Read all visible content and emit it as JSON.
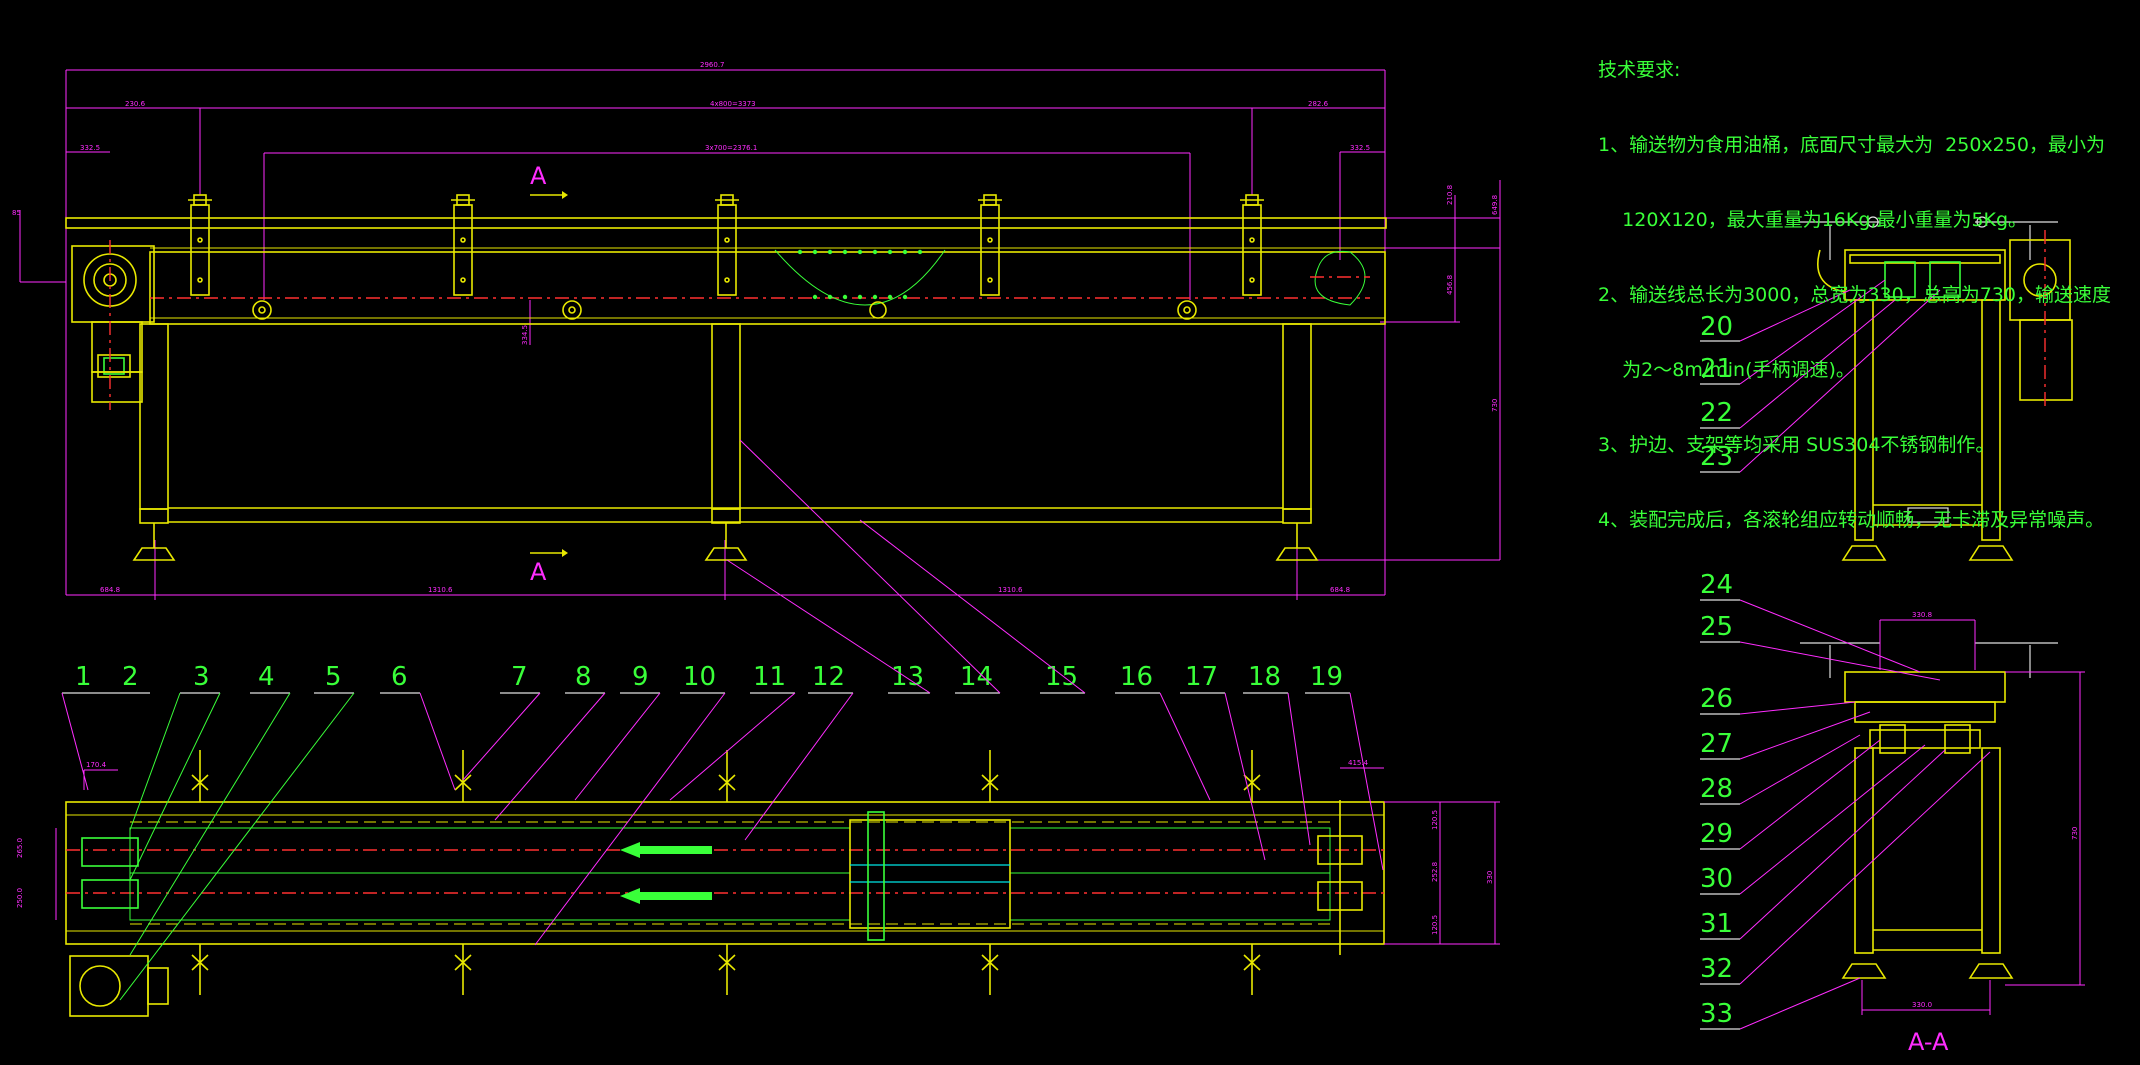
{
  "notes": {
    "title": "技术要求:",
    "lines": [
      "1、输送物为食用油桶，底面尺寸最大为  250x250，最小为",
      "    120X120，最大重量为16Kg,最小重量为5Kg。",
      "2、输送线总长为3000，总宽为330，总高为730，输送速度",
      "    为2～8m/min(手柄调速)。",
      "3、护边、支架等均采用 SUS304不锈钢制作。",
      "4、装配完成后，各滚轮组应转动顺畅，无卡滞及异常噪声。"
    ]
  },
  "section_marks": {
    "top": "A",
    "bottom": "A",
    "view": "A-A"
  },
  "part_numbers": {
    "top_row": [
      "1",
      "2",
      "3",
      "4",
      "5",
      "6",
      "7",
      "8",
      "9",
      "10",
      "11",
      "12",
      "13",
      "14",
      "15",
      "16",
      "17",
      "18",
      "19"
    ],
    "side_upper": [
      "20",
      "21",
      "22",
      "23"
    ],
    "side_lower": [
      "24",
      "25",
      "26",
      "27",
      "28",
      "29",
      "30",
      "31",
      "32",
      "33"
    ]
  },
  "dimensions": {
    "total_length": "2960.7",
    "span_outer": "4x800=3373",
    "span_inner": "3x700=2376.1",
    "left_offset": "230.6",
    "right_offset": "282.6",
    "left_small": "332.5",
    "right_small": "332.5",
    "left_vertical": "85",
    "height_total": "730",
    "height_upper": "210.8",
    "height_mid": "456.8",
    "height_rail": "649.8",
    "pitch": "334.5",
    "base_left": "684.8",
    "base_mid1": "1310.6",
    "base_mid2": "1310.6",
    "base_right": "684.8",
    "plan_width": "330",
    "plan_a": "120.5",
    "plan_b": "252.8",
    "plan_c": "120.5",
    "plan_left_a": "265.0",
    "plan_left_b": "250.0",
    "plan_top_small": "170.4",
    "plan_right_small": "415.4",
    "side_width": "330.8",
    "side_height": "730",
    "side_base": "330.0"
  }
}
